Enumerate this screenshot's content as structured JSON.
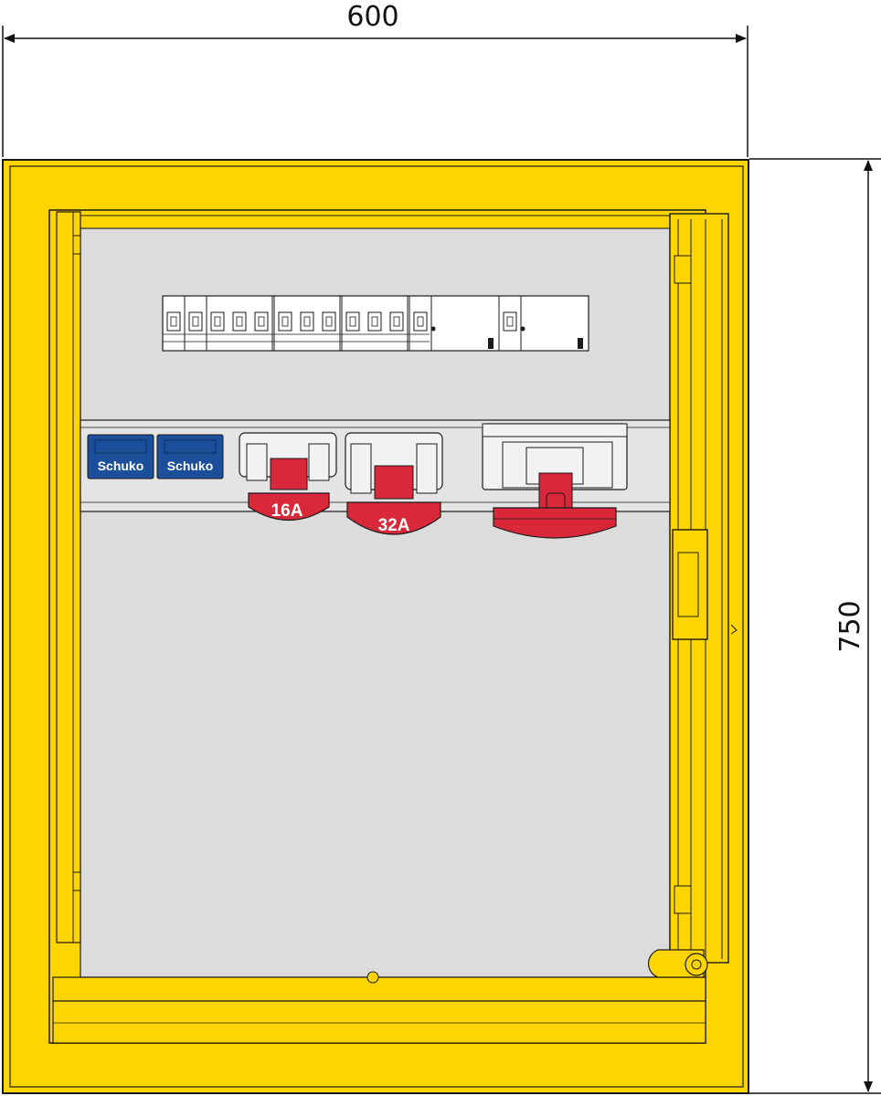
{
  "dimensions": {
    "width_label": "600",
    "height_label": "750"
  },
  "sockets": {
    "schuko_1": "Schuko",
    "schuko_2": "Schuko",
    "cee_16": "16A",
    "cee_32": "32A"
  },
  "colors": {
    "cabinet_yellow": "#ffd500",
    "panel_grey": "#dcdcdc",
    "socket_red": "#d8283a",
    "schuko_blue": "#1b4f9c",
    "outline": "#1a1a1a"
  }
}
